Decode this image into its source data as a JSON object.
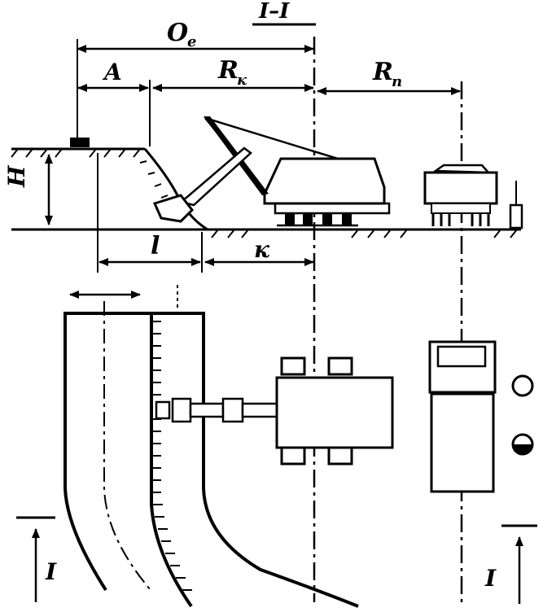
{
  "section_label": "I–I",
  "labels": {
    "oe_main": "O",
    "oe_sub": "e",
    "a": "A",
    "rk_main": "R",
    "rk_sub": "к",
    "rp_main": "R",
    "rp_sub": "п",
    "h": "H",
    "l": "l",
    "k": "к",
    "section_mark_left": "I",
    "section_mark_right": "I"
  },
  "colors": {
    "ink": "#000000",
    "paper": "#ffffff"
  }
}
